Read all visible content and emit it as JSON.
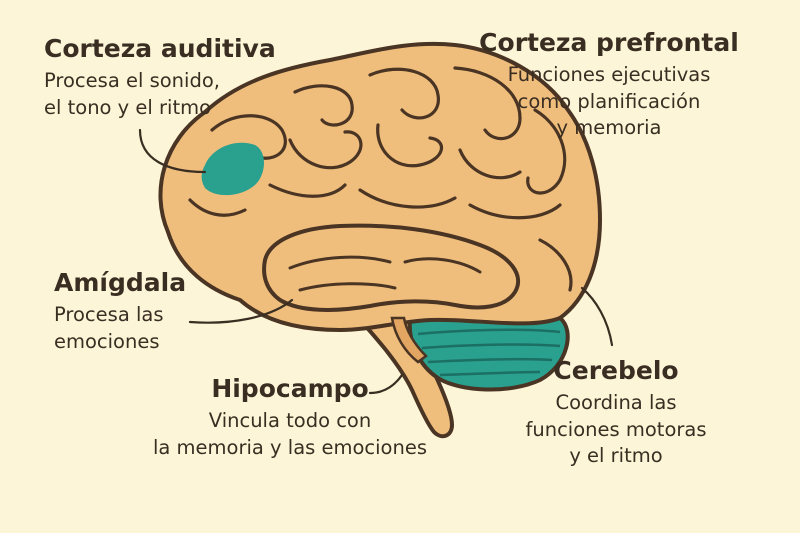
{
  "labels": {
    "auditiva": {
      "title": "Corteza auditiva",
      "line1": "Procesa el sonido,",
      "line2": "el tono y el ritmo"
    },
    "prefrontal": {
      "title": "Corteza prefrontal",
      "line1": "Funciones ejecutivas",
      "line2": "como planificación",
      "line3": "y memoria"
    },
    "amigdala": {
      "title": "Amígdala",
      "line1": "Procesa las",
      "line2": "emociones"
    },
    "hipocampo": {
      "title": "Hipocampo",
      "line1": "Vincula todo con",
      "line2": "la memoria y las emociones"
    },
    "cerebelo": {
      "title": "Cerebelo",
      "line1": "Coordina las",
      "line2": "funciones motoras",
      "line3": "y el ritmo"
    }
  },
  "colors": {
    "background": "#fdf5d8",
    "brain_fill": "#f0be7c",
    "brain_outline": "#4a3423",
    "highlight_teal": "#2aa08f",
    "text": "#3a2e22"
  }
}
